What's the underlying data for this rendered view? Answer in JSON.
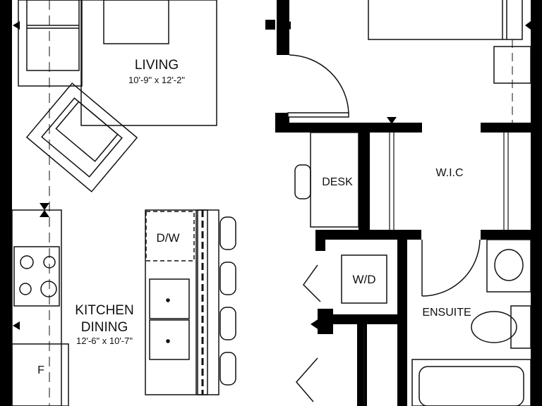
{
  "labels": {
    "living": "LIVING",
    "living_dim": "10'-9\" x 12'-2\"",
    "desk": "DESK",
    "wic": "W.I.C",
    "dw": "D/W",
    "wd": "W/D",
    "kitchen": "KITCHEN",
    "dining": "DINING",
    "kitchen_dim": "12'-6\" x 10'-7\"",
    "ensuite": "ENSUITE",
    "fridge": "F"
  },
  "colors": {
    "wall": "#000000",
    "line": "#111111",
    "background": "#ffffff"
  }
}
